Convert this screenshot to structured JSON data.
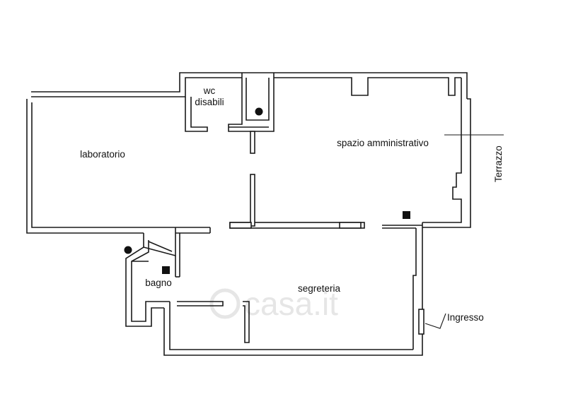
{
  "rooms": {
    "wc": "wc",
    "disabili": "disabili",
    "laboratorio": "laboratorio",
    "spazio_amministrativo": "spazio amministrativo",
    "bagno": "bagno",
    "segreteria": "segreteria"
  },
  "labels": {
    "terrazzo": "Terrazzo",
    "ingresso": "Ingresso"
  },
  "watermark": {
    "text": "casa.it",
    "color": "#e6e6e6"
  },
  "colors": {
    "ink": "#1a1a1a",
    "background": "#ffffff"
  }
}
